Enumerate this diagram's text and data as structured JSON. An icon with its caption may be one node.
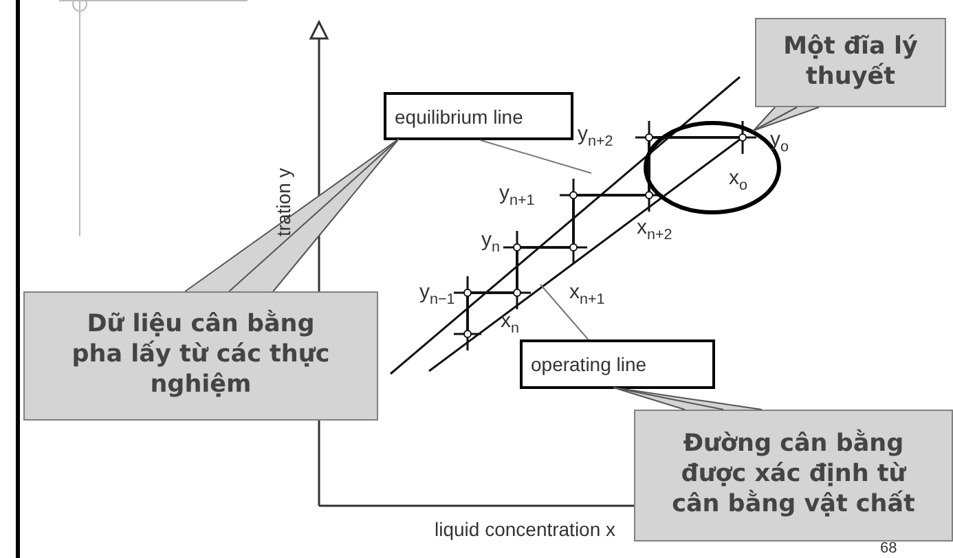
{
  "diagram": {
    "nodes": [
      {
        "text": [
          "equilibrium line"
        ]
      },
      {
        "text": [
          "operating line"
        ]
      },
      {
        "text": [
          "Dữ liệu cân bằng pha lấy từ các thực nghiệm"
        ]
      },
      {
        "text": [
          "Một đĩa lý thuyết"
        ]
      },
      {
        "text": [
          "Đường cân bằng được xác định từ cân bằng vật chất"
        ]
      },
      {
        "text": [],
        "shape": "circle"
      }
    ],
    "edges": [
      {
        "from": 2,
        "to": 0,
        "arrow": "none"
      },
      {
        "from": 3,
        "to": 5,
        "arrow": "none"
      },
      {
        "from": 4,
        "to": 1,
        "arrow": "none"
      },
      {
        "from": 0,
        "to": null,
        "arrow": "none"
      },
      {
        "from": 1,
        "to": null,
        "arrow": "none"
      }
    ],
    "labels": [
      "y$_{n+2}$",
      "y$_{o}$",
      "x$_{o}$",
      "y$_{n+1}$",
      "x$_{n+2}$",
      "y$_{n}$",
      "x$_{n+1}$",
      "y$_{n−1}$",
      "x$_{n}$",
      "tration y",
      "liquid concentration x",
      "68"
    ]
  }
}
